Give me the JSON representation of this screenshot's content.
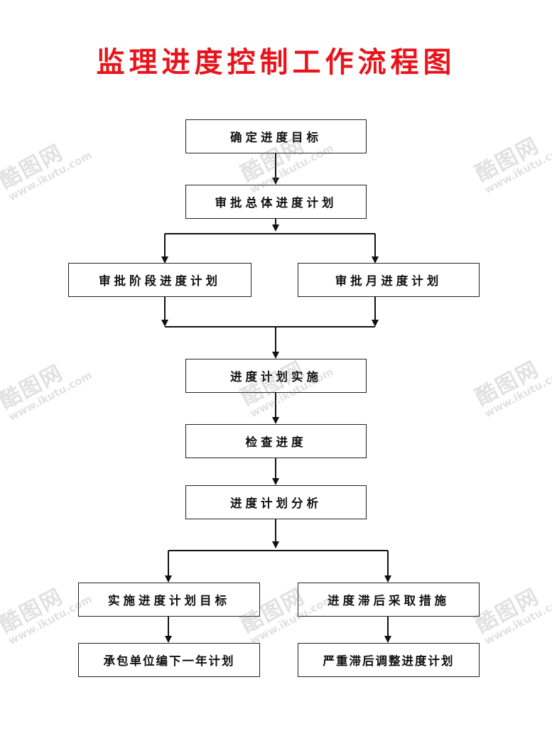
{
  "title": "监理进度控制工作流程图",
  "nodes": {
    "n1": "确定进度目标",
    "n2": "审批总体进度计划",
    "n3a": "审批阶段进度计划",
    "n3b": "审批月进度计划",
    "n4": "进度计划实施",
    "n5": "检查进度",
    "n6": "进度计划分析",
    "n7a": "实施进度计划目标",
    "n7b": "进度滞后采取措施",
    "n8a": "承包单位编下一年计划",
    "n8b": "严重滞后调整进度计划"
  },
  "watermark": {
    "logo": "酷图网",
    "url": "www.ikutu.com"
  }
}
